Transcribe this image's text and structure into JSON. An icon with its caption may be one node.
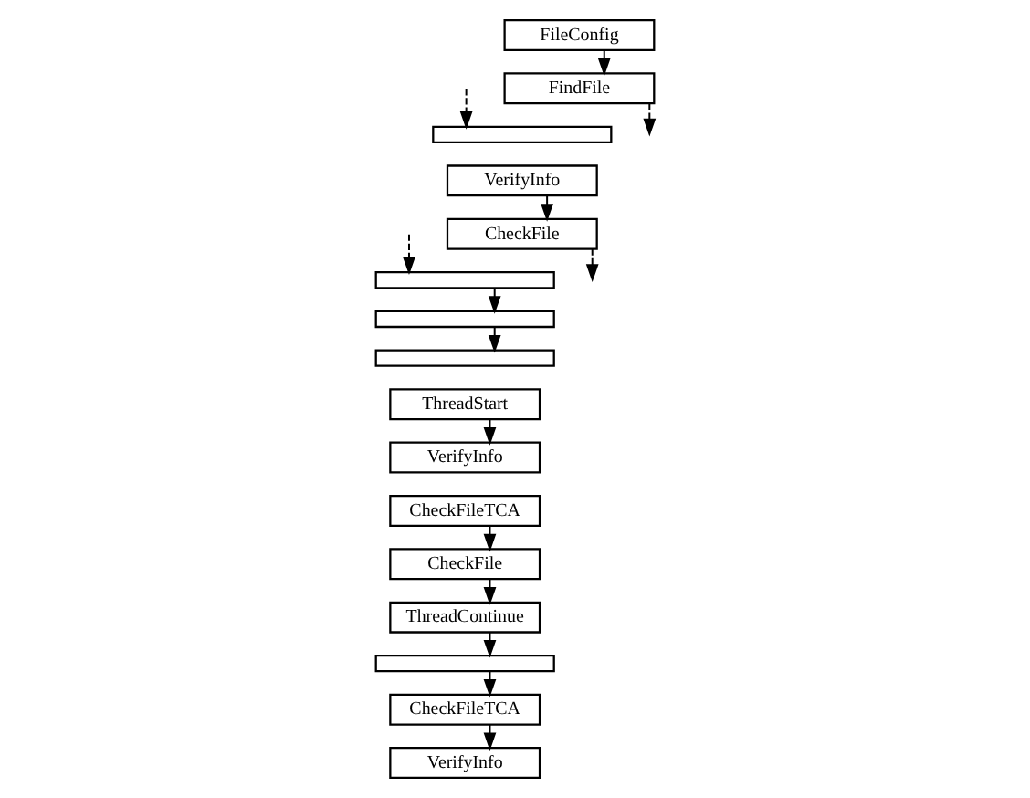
{
  "diagram": {
    "nodes": [
      {
        "text": [
          "FileConfig"
        ]
      },
      {
        "text": [
          "FindFile"
        ]
      },
      {
        "text": [],
        "shape": "bar"
      },
      {
        "text": [
          "VerifyInfo"
        ]
      },
      {
        "text": [
          "CheckFile"
        ]
      },
      {
        "text": [],
        "shape": "bar"
      },
      {
        "text": [],
        "shape": "bar"
      },
      {
        "text": [],
        "shape": "bar"
      },
      {
        "text": [
          "ThreadStart"
        ]
      },
      {
        "text": [
          "VerifyInfo"
        ]
      },
      {
        "text": [
          "CheckFileTCA"
        ]
      },
      {
        "text": [
          "CheckFile"
        ]
      },
      {
        "text": [
          "ThreadContinue"
        ]
      },
      {
        "text": [],
        "shape": "bar"
      },
      {
        "text": [
          "CheckFileTCA"
        ]
      },
      {
        "text": [
          "VerifyInfo"
        ]
      }
    ],
    "edges": [
      {
        "from": 0,
        "to": 1,
        "arrow": "to"
      },
      {
        "from": 1,
        "to": null,
        "arrow": "to",
        "style": "dashed"
      },
      {
        "from": null,
        "to": 2,
        "arrow": "to",
        "style": "dashed"
      },
      {
        "from": 3,
        "to": 4,
        "arrow": "to"
      },
      {
        "from": 4,
        "to": null,
        "arrow": "to",
        "style": "dashed"
      },
      {
        "from": null,
        "to": 5,
        "arrow": "to",
        "style": "dashed"
      },
      {
        "from": 5,
        "to": 6,
        "arrow": "to"
      },
      {
        "from": 6,
        "to": 7,
        "arrow": "to"
      },
      {
        "from": 8,
        "to": 9,
        "arrow": "to"
      },
      {
        "from": 10,
        "to": 11,
        "arrow": "to"
      },
      {
        "from": 11,
        "to": 12,
        "arrow": "to"
      },
      {
        "from": 12,
        "to": 13,
        "arrow": "to"
      },
      {
        "from": 13,
        "to": 14,
        "arrow": "to"
      },
      {
        "from": 14,
        "to": 15,
        "arrow": "to"
      }
    ]
  }
}
